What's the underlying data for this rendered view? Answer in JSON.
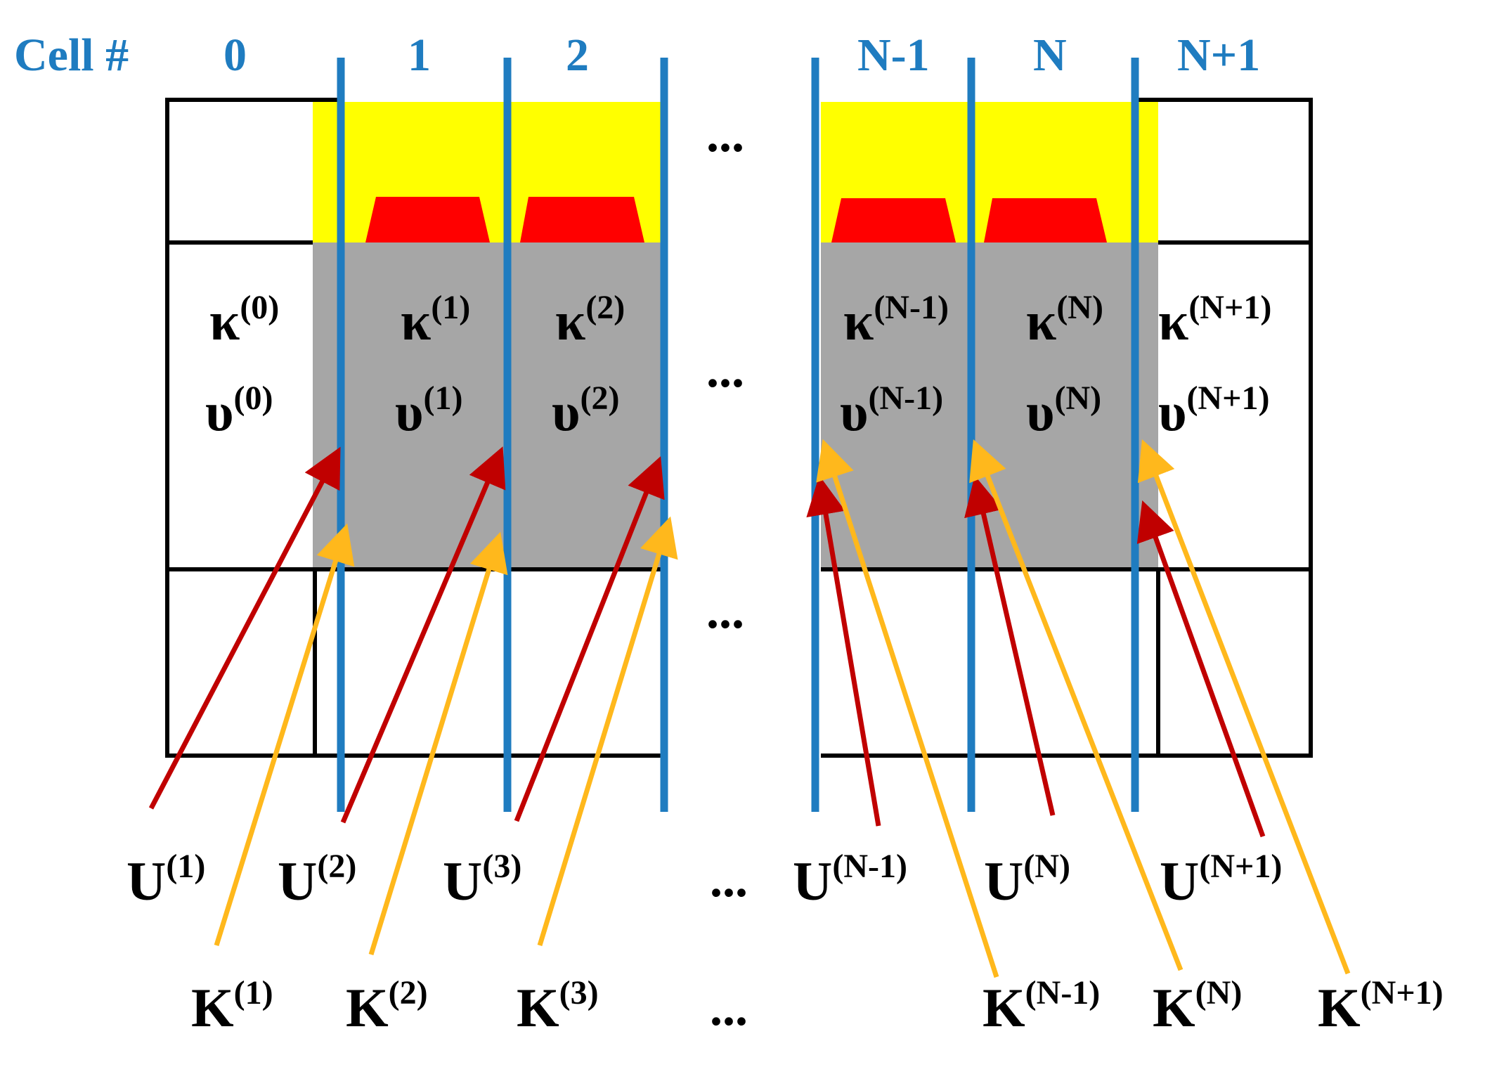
{
  "header": {
    "cell_label": "Cell #",
    "cells": [
      "0",
      "1",
      "2",
      "N-1",
      "N",
      "N+1"
    ]
  },
  "ellipsis": "...",
  "kappa_labels": [
    {
      "base": "κ",
      "sup": "(0)"
    },
    {
      "base": "κ",
      "sup": "(1)"
    },
    {
      "base": "κ",
      "sup": "(2)"
    },
    {
      "base": "κ",
      "sup": "(N-1)"
    },
    {
      "base": "κ",
      "sup": "(N)"
    },
    {
      "base": "κ",
      "sup": "(N+1)"
    }
  ],
  "upsilon_labels": [
    {
      "base": "υ",
      "sup": "(0)"
    },
    {
      "base": "υ",
      "sup": "(1)"
    },
    {
      "base": "υ",
      "sup": "(2)"
    },
    {
      "base": "υ",
      "sup": "(N-1)"
    },
    {
      "base": "υ",
      "sup": "(N)"
    },
    {
      "base": "υ",
      "sup": "(N+1)"
    }
  ],
  "u_labels": [
    {
      "base": "U",
      "sup": "(1)"
    },
    {
      "base": "U",
      "sup": "(2)"
    },
    {
      "base": "U",
      "sup": "(3)"
    },
    {
      "base": "U",
      "sup": "(N-1)"
    },
    {
      "base": "U",
      "sup": "(N)"
    },
    {
      "base": "U",
      "sup": "(N+1)"
    }
  ],
  "k_labels": [
    {
      "base": "K",
      "sup": "(1)"
    },
    {
      "base": "K",
      "sup": "(2)"
    },
    {
      "base": "K",
      "sup": "(3)"
    },
    {
      "base": "K",
      "sup": "(N-1)"
    },
    {
      "base": "K",
      "sup": "(N)"
    },
    {
      "base": "K",
      "sup": "(N+1)"
    }
  ],
  "colors": {
    "interface_line": "#1f7cc0",
    "header_text": "#1f7cc0",
    "top_layer": "#ffff00",
    "electrode": "#ff0000",
    "middle_layer": "#a6a6a6",
    "u_arrow": "#c00000",
    "k_arrow": "#ffb81c",
    "outline": "#000000"
  }
}
